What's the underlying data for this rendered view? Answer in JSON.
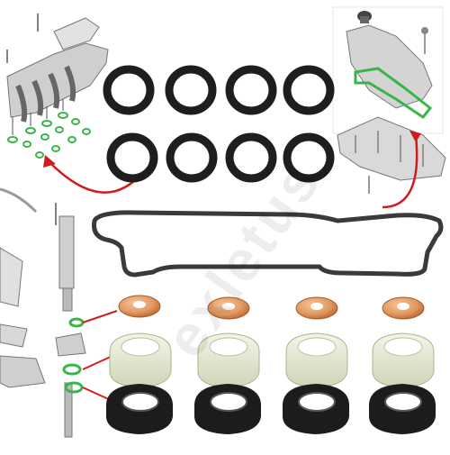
{
  "image": {
    "kind": "product-photo",
    "background_color": "#ffffff",
    "watermark_text": "exletus"
  },
  "colors": {
    "oring_black": "#1e1e1e",
    "diagram_green": "#39b54a",
    "arrow_red": "#d01c1c",
    "copper": "#e39a63",
    "ptfe": "#e1e6cf",
    "gasket_gray": "#3a3a3a"
  },
  "groups": {
    "large_orings": 8,
    "copper_washers": 4,
    "white_seal_rings": 4,
    "black_lip_seals": 4,
    "valve_cover_gasket": 1
  }
}
